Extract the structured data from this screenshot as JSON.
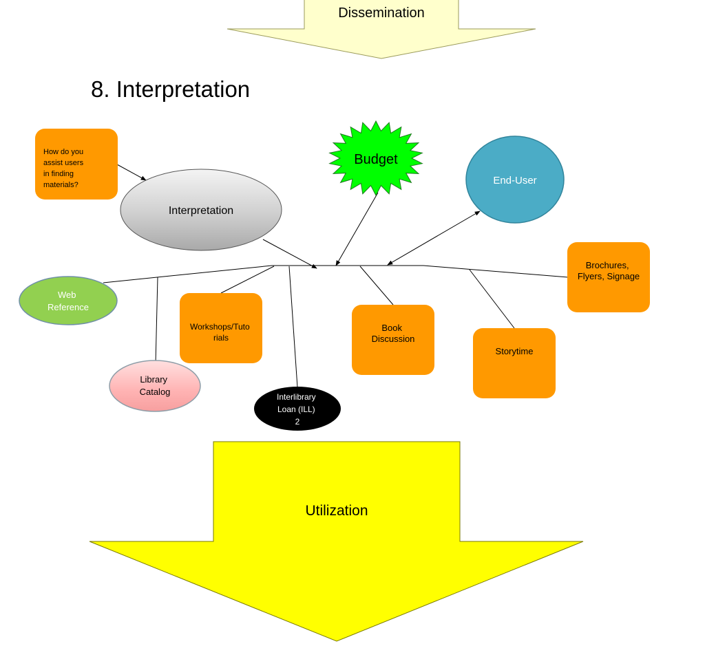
{
  "top_arrow": {
    "label": "Dissemination",
    "fill": "#FFFFCC"
  },
  "section_title": "8. Interpretation",
  "question_box": {
    "lines": [
      "How do you",
      "assist users",
      "in finding",
      "materials?"
    ],
    "fill": "#FF9900"
  },
  "interpretation_node": {
    "label": "Interpretation"
  },
  "budget_node": {
    "label": "Budget",
    "fill": "#00FF00"
  },
  "end_user_node": {
    "label": "End-User",
    "fill": "#4BACC6"
  },
  "web_reference": {
    "lines": [
      "Web",
      "Reference"
    ],
    "fill": "#92D050"
  },
  "library_catalog": {
    "lines": [
      "Library",
      "Catalog"
    ],
    "fill": "#FFB3B3"
  },
  "workshops": {
    "lines": [
      "Workshops/Tuto",
      "rials"
    ],
    "fill": "#FF9900"
  },
  "interlibrary_loan": {
    "lines": [
      "Interlibrary",
      "Loan (ILL)",
      "2"
    ],
    "fill": "#000000"
  },
  "book_discussion": {
    "lines": [
      "Book",
      "Discussion"
    ],
    "fill": "#FF9900"
  },
  "storytime": {
    "lines": [
      "Storytime"
    ],
    "fill": "#FF9900"
  },
  "brochures": {
    "lines": [
      "Brochures,",
      "Flyers, Signage"
    ],
    "fill": "#FF9900"
  },
  "bottom_arrow": {
    "label": "Utilization",
    "fill": "#FFFF00"
  }
}
